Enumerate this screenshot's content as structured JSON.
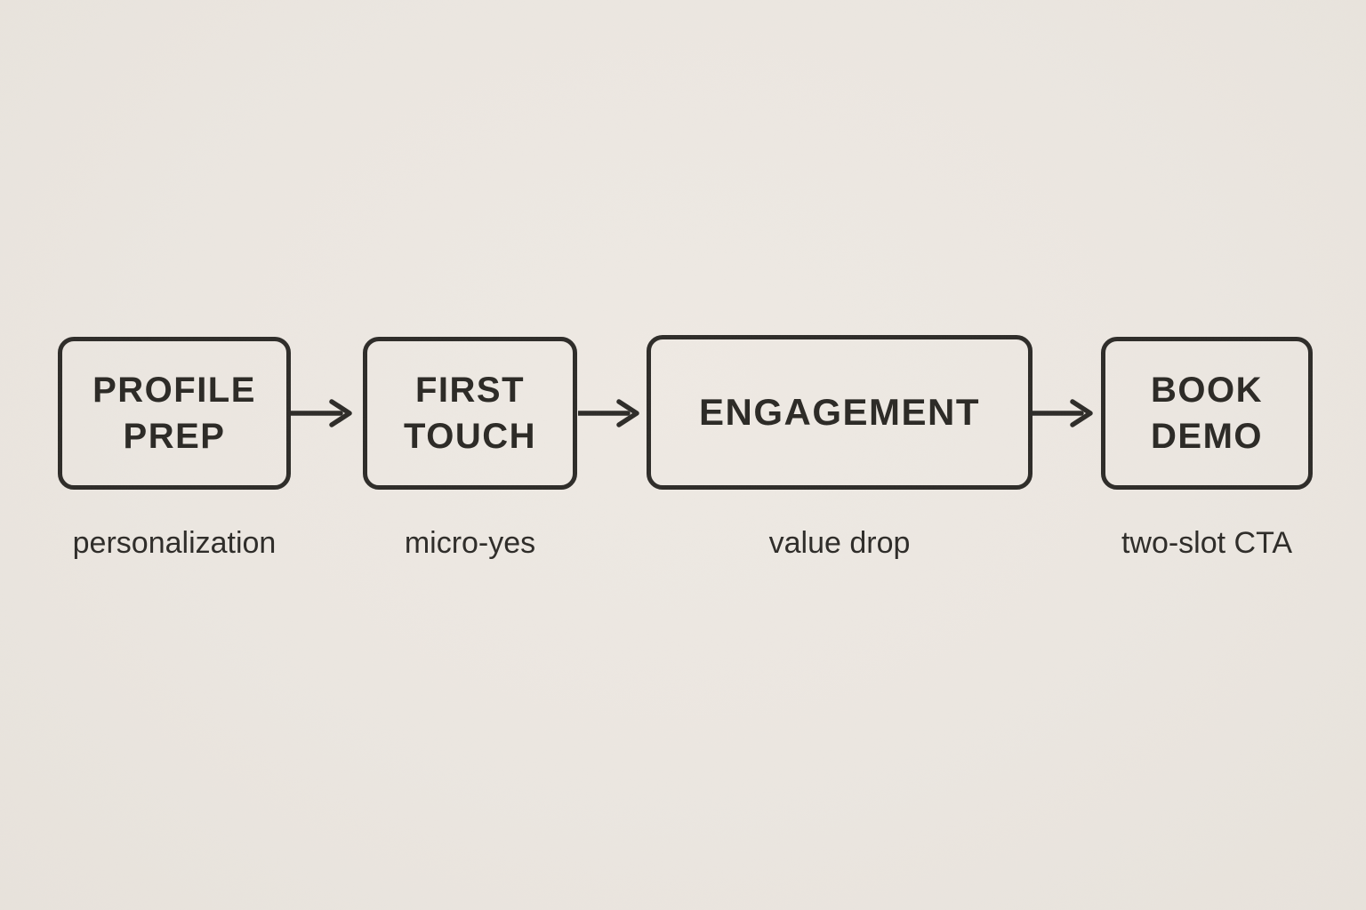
{
  "page": {
    "background_color": "#ebe6e0",
    "ink_color": "#2d2b28"
  },
  "flow": {
    "type": "flowchart",
    "direction": "left-to-right",
    "nodes": [
      {
        "title": "PROFILE PREP",
        "subtitle": "personalization"
      },
      {
        "title": "FIRST TOUCH",
        "subtitle": "micro-yes"
      },
      {
        "title": "ENGAGEMENT",
        "subtitle": "value drop"
      },
      {
        "title": "BOOK DEMO",
        "subtitle": "two-slot CTA"
      }
    ],
    "connectors": [
      {
        "from": "PROFILE PREP",
        "to": "FIRST TOUCH",
        "icon": "arrow-right"
      },
      {
        "from": "FIRST TOUCH",
        "to": "ENGAGEMENT",
        "icon": "arrow-right"
      },
      {
        "from": "ENGAGEMENT",
        "to": "BOOK DEMO",
        "icon": "arrow-right"
      }
    ]
  }
}
